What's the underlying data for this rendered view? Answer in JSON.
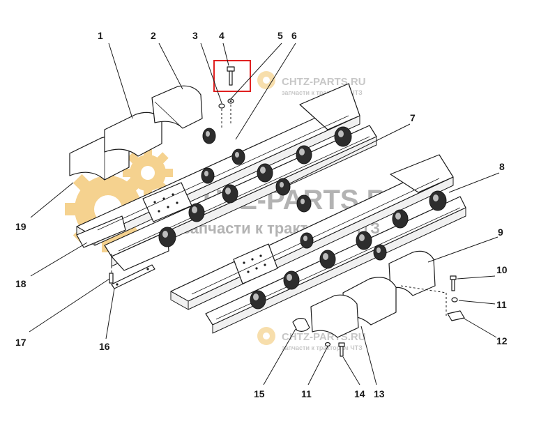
{
  "callouts": {
    "c1": "1",
    "c2": "2",
    "c3": "3",
    "c4": "4",
    "c5": "5",
    "c6": "6",
    "c7": "7",
    "c8": "8",
    "c9": "9",
    "c10": "10",
    "c11a": "11",
    "c11b": "11",
    "c12": "12",
    "c13": "13",
    "c14": "14",
    "c15": "15",
    "c16": "16",
    "c17": "17",
    "c18": "18",
    "c19": "19"
  },
  "watermark": {
    "main_brand": "CHTZ-PARTS.RU",
    "main_tagline": "запчасти к тракторам ЧТЗ",
    "small_brand": "CHTZ-PARTS.RU",
    "small_tagline": "запчасти к тракторам ЧТЗ"
  },
  "colors": {
    "highlight_box": "#e02020",
    "watermark_gear": "#f2c46a",
    "watermark_text": "#9a9a9a"
  },
  "icons": {
    "watermark_logo": "gear-icon"
  }
}
